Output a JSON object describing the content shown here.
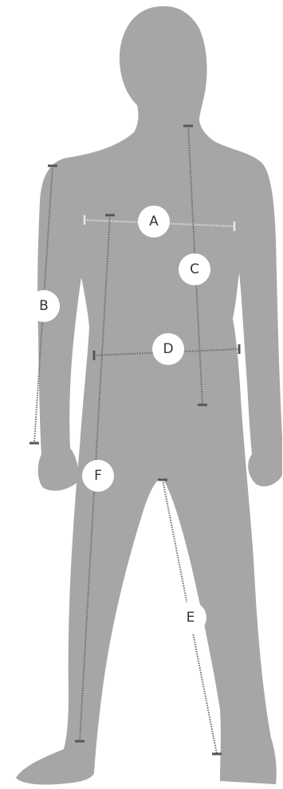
{
  "figure": {
    "silhouette_color": "#a6a6a6",
    "background_color": "#ffffff",
    "measurement_labels": {
      "a": "A",
      "b": "B",
      "c": "C",
      "d": "D",
      "e": "E",
      "f": "F"
    }
  }
}
